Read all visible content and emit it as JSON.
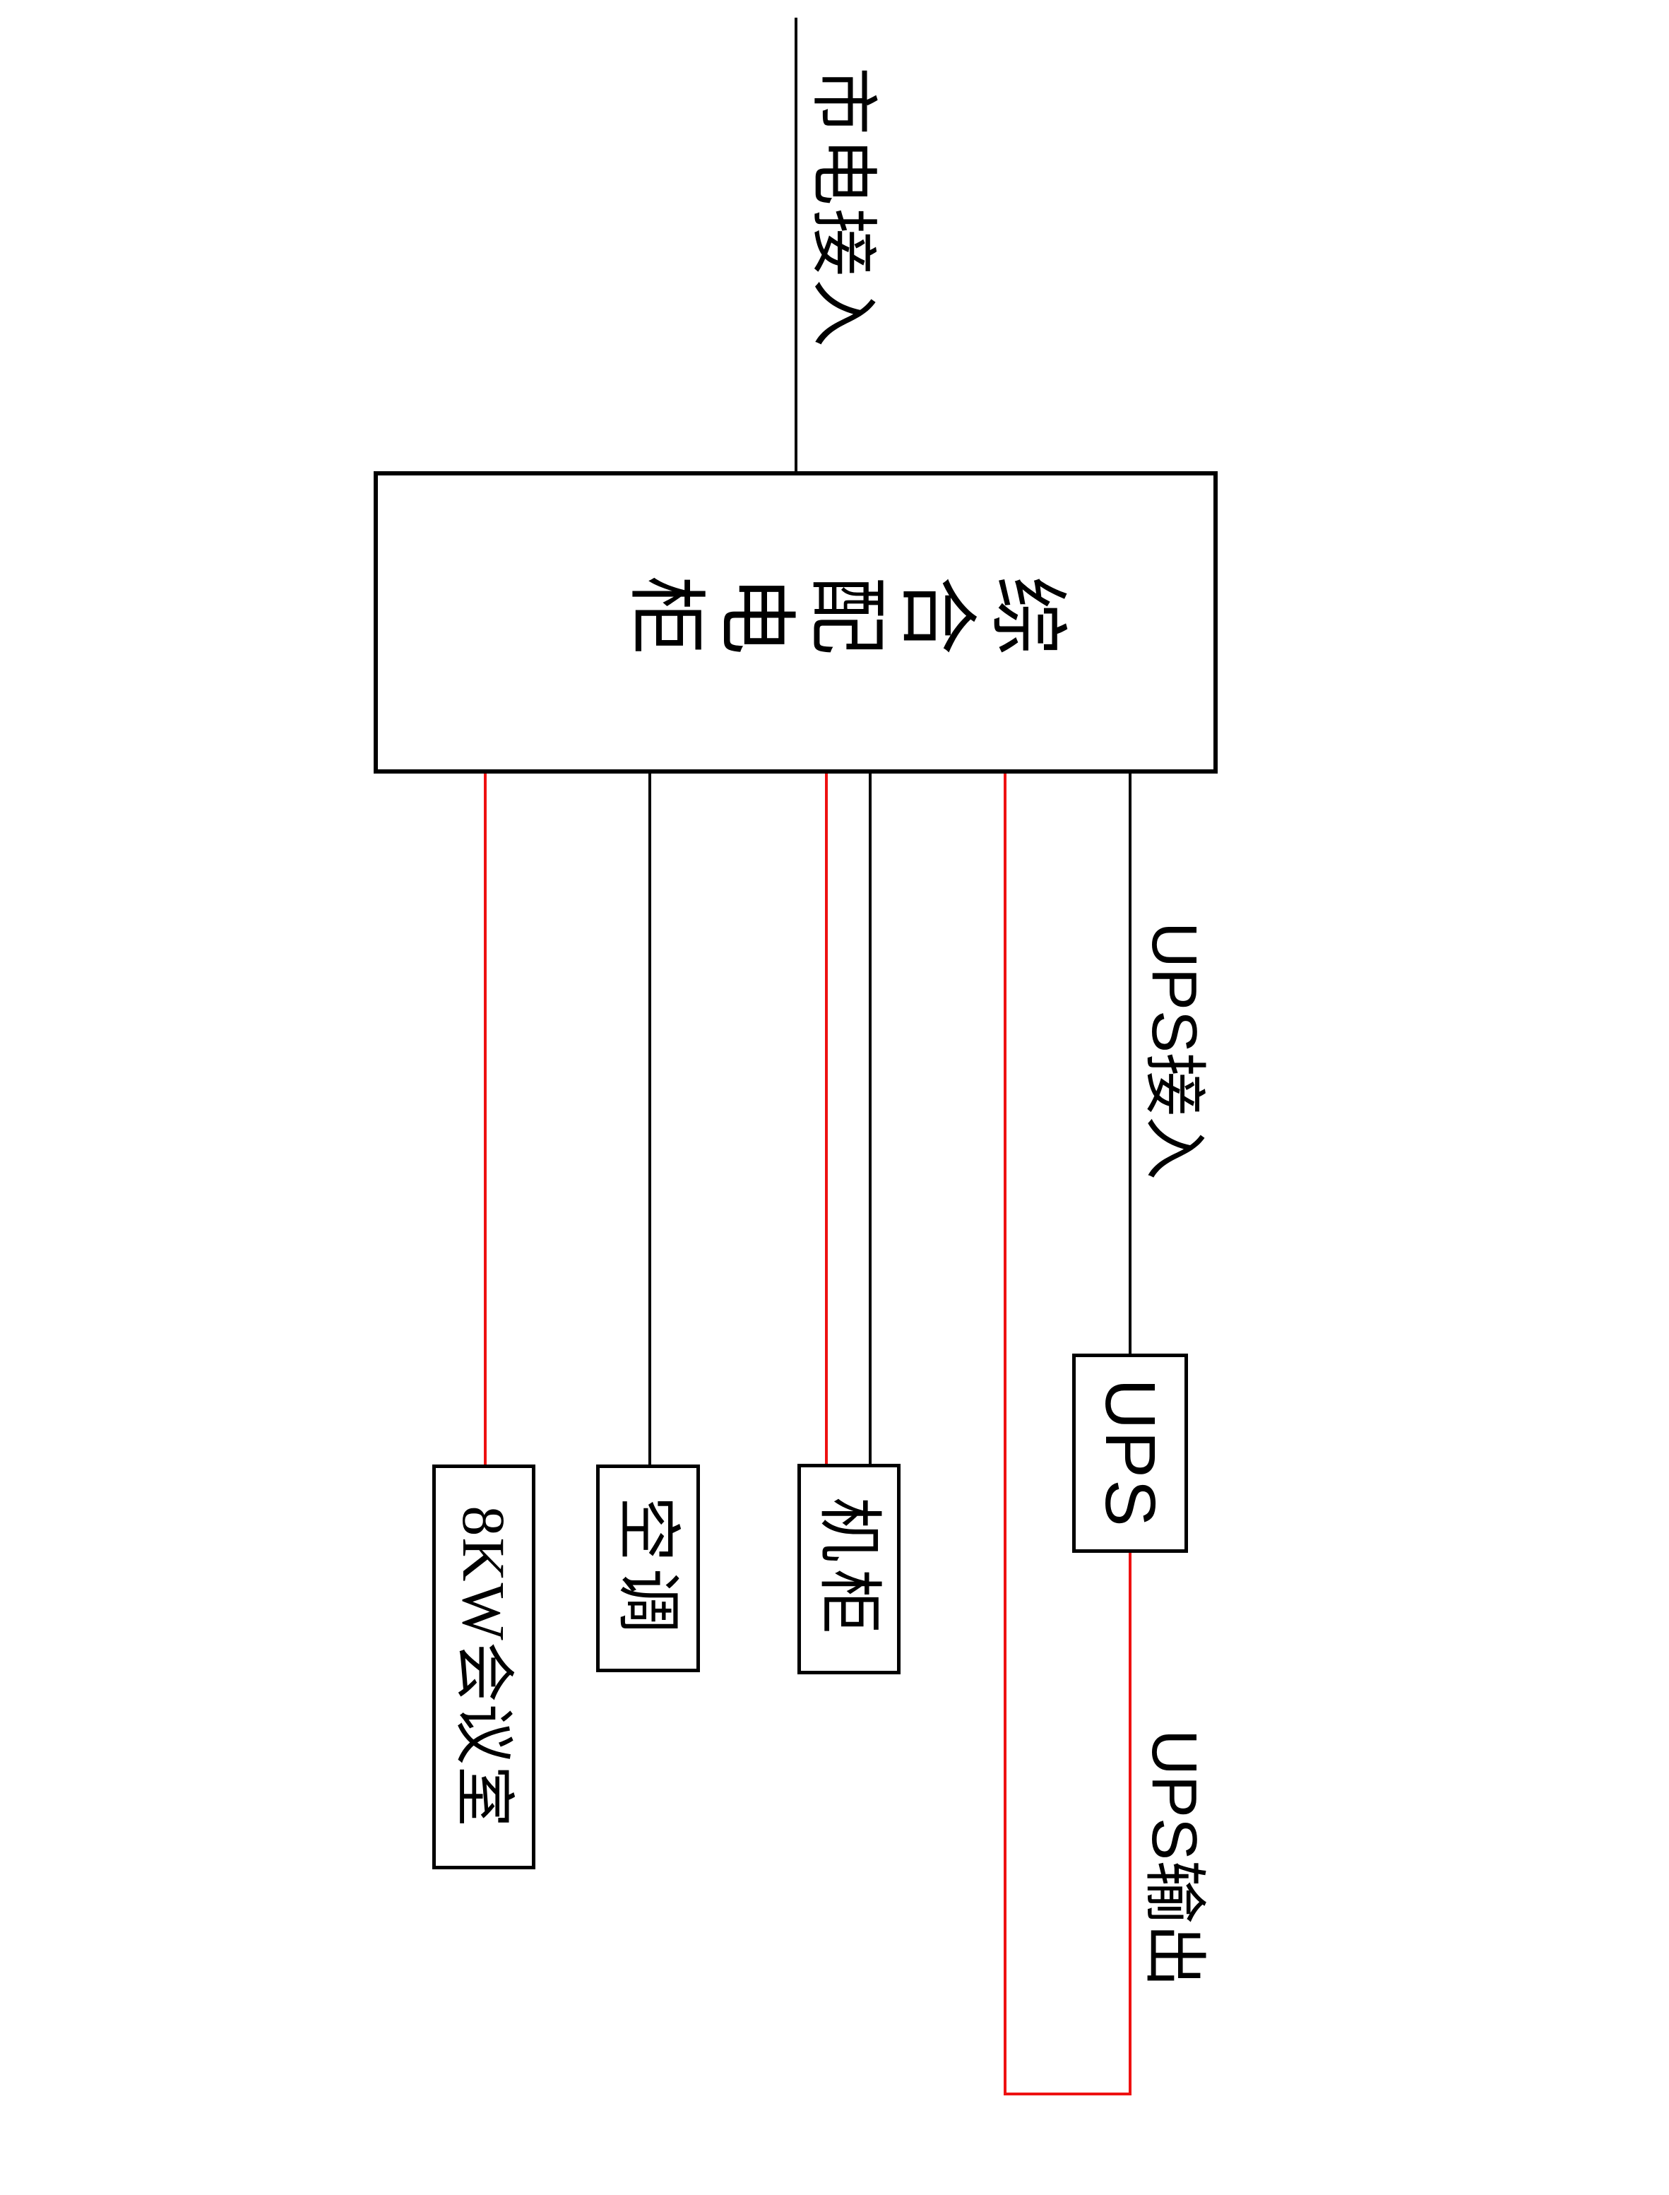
{
  "source": {
    "label": "市电接入"
  },
  "distribution_box": {
    "label": "综合配电柜"
  },
  "loads": {
    "conference": {
      "label": "8KW会议室",
      "wire_color": "#ee1111"
    },
    "ac": {
      "label": "空调",
      "wire_color": "#000000"
    },
    "rack": {
      "label": "机柜",
      "wire_colors": [
        "#ee1111",
        "#000000"
      ]
    },
    "ups": {
      "label": "UPS",
      "input_wire_color": "#000000",
      "output_wire_color": "#ee1111"
    }
  },
  "annotations": {
    "ups_in": "UPS接入",
    "ups_out": "UPS输出"
  },
  "colors": {
    "wire_black": "#000000",
    "wire_red": "#ee1111",
    "background": "#ffffff"
  }
}
